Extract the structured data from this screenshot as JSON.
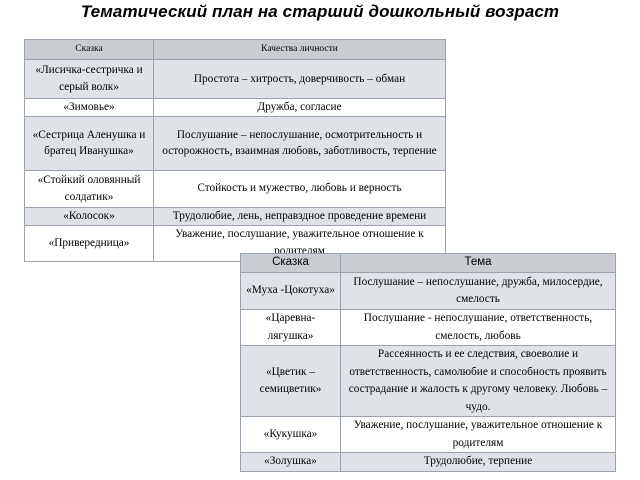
{
  "title": "Тематический план на старший дошкольный возраст",
  "table1": {
    "headers": [
      "Сказка",
      "Качества личности"
    ],
    "rows": [
      [
        "«Лисичка-сестричка и серый волк»",
        "Простота – хитрость, доверчивость – обман"
      ],
      [
        "«Зимовье»",
        "Дружба, согласие"
      ],
      [
        "«Сестрица Аленушка и братец Иванушка»",
        "Послушание – непослушание, осмотрительность и осторожность, взаимная любовь, заботливость, терпение"
      ],
      [
        "«Стойкий оловянный солдатик»",
        "Стойкость и мужество, любовь и верность"
      ],
      [
        "«Колосок»",
        "Трудолюбие, лень, неправздное проведение времени"
      ],
      [
        "«Привередница»",
        "Уважение, послушание, уважительное отношение к родителям"
      ]
    ]
  },
  "table2": {
    "headers": [
      "Сказка",
      "Тема"
    ],
    "rows": [
      [
        "«Муха -Цокотуха»",
        "Послушание – непослушание, дружба, милосердие, смелость"
      ],
      [
        "«Царевна-лягушка»",
        "Послушание - непослушание, ответственность, смелость, любовь"
      ],
      [
        "«Цветик – семицветик»",
        "Рассеянность и ее следствия, своеволие и ответственность, самолюбие и способность проявить сострадание и жалость к другому человеку. Любовь – чудо."
      ],
      [
        "«Кукушка»",
        "Уважение, послушание, уважительное отношение к родителям"
      ],
      [
        "«Золушка»",
        "Трудолюбие, терпение"
      ]
    ]
  }
}
